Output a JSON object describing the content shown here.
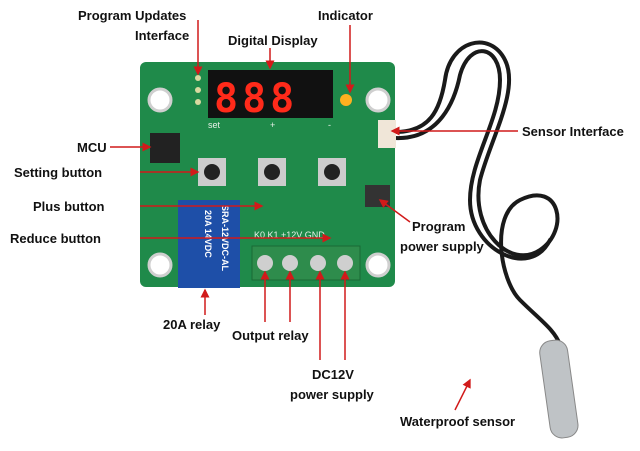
{
  "labels": {
    "program_updates_1": "Program Updates",
    "program_updates_2": "Interface",
    "indicator": "Indicator",
    "digital_display": "Digital Display",
    "sensor_interface": "Sensor Interface",
    "mcu": "MCU",
    "setting_button": "Setting button",
    "plus_button": "Plus button",
    "reduce_button": "Reduce button",
    "program_power_1": "Program",
    "program_power_2": "power supply",
    "relay_20a": "20A relay",
    "output_relay": "Output relay",
    "dc12v_1": "DC12V",
    "dc12v_2": "power supply",
    "waterproof_sensor": "Waterproof sensor"
  },
  "board": {
    "display": "888",
    "set": "set",
    "plus": "+",
    "minus": "-",
    "terminals": "K0   K1  +12V  GND",
    "relay_model": "SRA-12VDC-AL",
    "relay_rating": "20A 14VDC"
  },
  "colors": {
    "board": "#1f8a4a",
    "display": "#ff2a1a",
    "relay": "#1e4fa8",
    "annotation_line": "#d11a1a"
  }
}
